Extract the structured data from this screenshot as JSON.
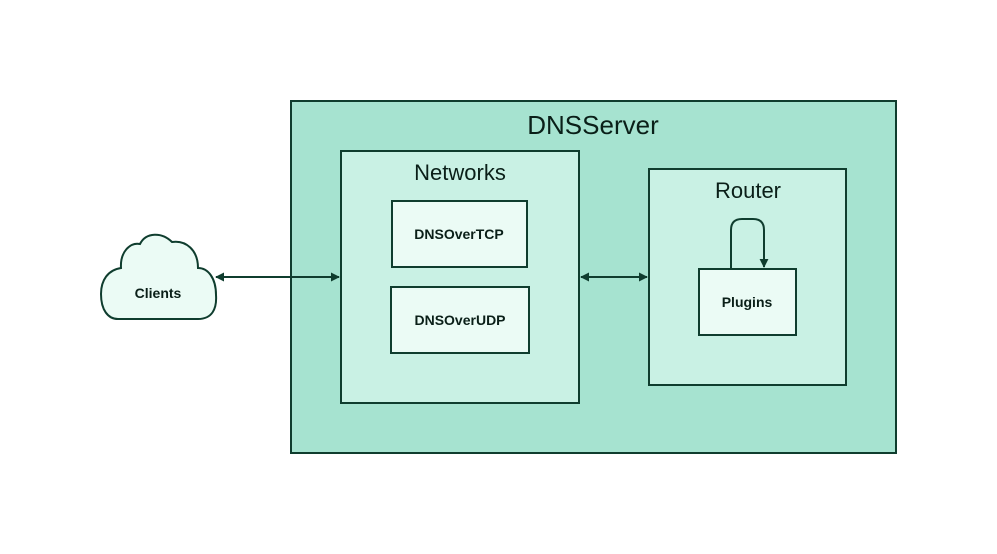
{
  "diagram": {
    "server": {
      "label": "DNSServer"
    },
    "networks": {
      "label": "Networks",
      "items": [
        {
          "label": "DNSOverTCP"
        },
        {
          "label": "DNSOverUDP"
        }
      ]
    },
    "router": {
      "label": "Router",
      "plugins": {
        "label": "Plugins"
      }
    },
    "clients": {
      "label": "Clients"
    }
  },
  "colors": {
    "outer_fill": "#a6e3d0",
    "inner_fill": "#c9f1e4",
    "leaf_fill": "#ebfbf5",
    "stroke": "#0f3d2e"
  }
}
